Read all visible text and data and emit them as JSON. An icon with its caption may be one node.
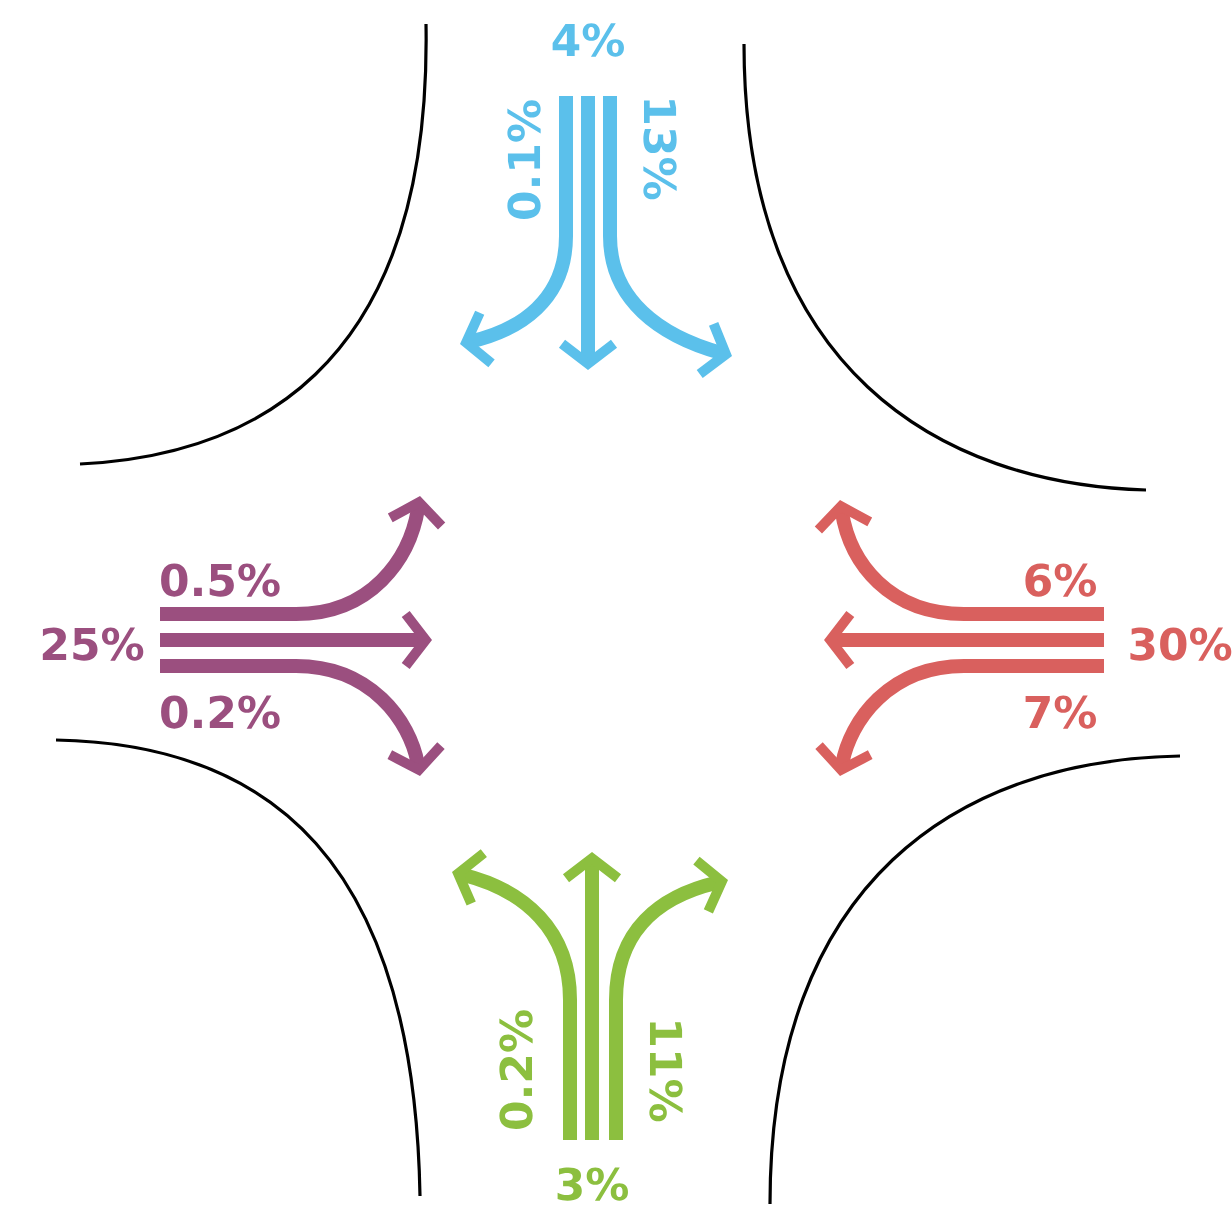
{
  "diagram": {
    "labels": [
      "4%",
      "0.1%",
      "13%",
      "0.5%",
      "25%",
      "6%",
      "30%",
      "0.2%",
      "7%",
      "0.2%",
      "11%",
      "3%"
    ]
  }
}
